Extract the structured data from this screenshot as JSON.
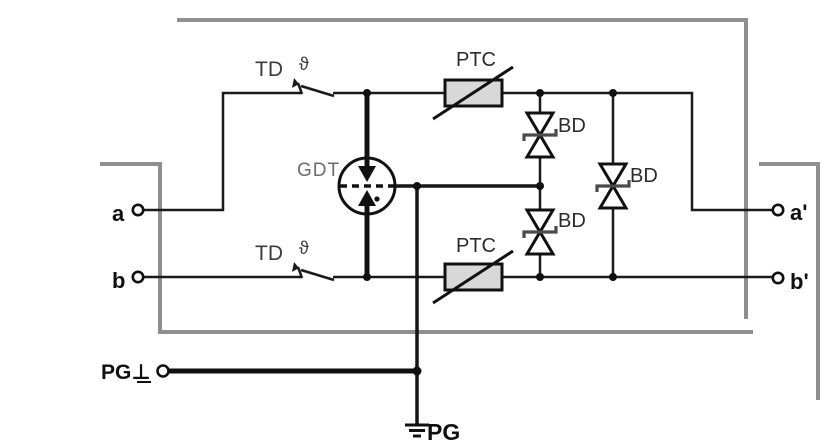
{
  "diagram": {
    "terminals": {
      "a": "a",
      "b": "b",
      "a_prime": "a'",
      "b_prime": "b'",
      "pg_in": "PG⊥",
      "pg_ground": "PG"
    },
    "components": {
      "gdt": "GDT",
      "ptc_top": "PTC",
      "ptc_bottom": "PTC",
      "bd_top": "BD",
      "bd_middle": "BD",
      "bd_right": "BD",
      "td_top": "TD",
      "td_top_theta": "ϑ",
      "td_bottom": "TD",
      "td_bottom_theta": "ϑ"
    },
    "colors": {
      "wire": "#1a1a1a",
      "enclosure": "#8f8f8f",
      "ptc_fill": "#d8d8d8",
      "background": "#ffffff"
    }
  }
}
